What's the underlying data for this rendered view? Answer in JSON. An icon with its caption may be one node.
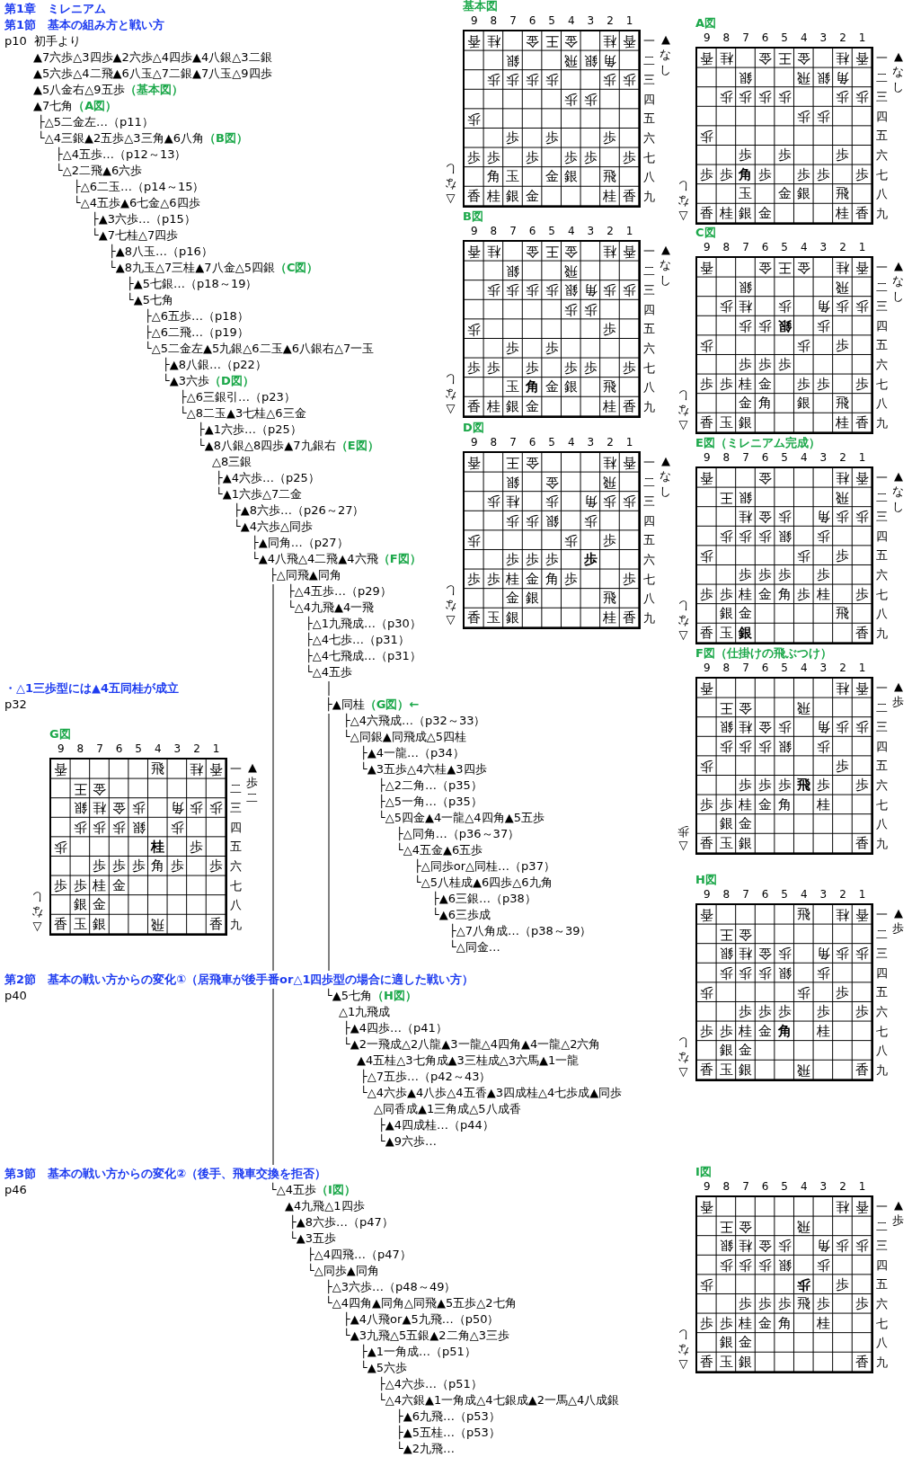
{
  "diagram": {
    "nodes": [
      {
        "text": [
          "基本図",
          "9 8 7 6 5 4 3 2 1",
          "一二三四五六七八九",
          "香",
          "桂",
          "金",
          "王",
          "金",
          "桂",
          "香",
          "銀",
          "飛",
          "銀",
          "角",
          "歩",
          "歩",
          "歩",
          "歩",
          "歩",
          "歩",
          "歩",
          "歩",
          "歩",
          "歩",
          "歩",
          "歩",
          "歩",
          "歩",
          "歩",
          "歩",
          "歩",
          "歩",
          "角",
          "玉",
          "金",
          "銀",
          "飛",
          "香",
          "桂",
          "銀",
          "金",
          "桂",
          "香",
          "▲なし",
          "△なし"
        ]
      },
      {
        "text": [
          "A図",
          "9 8 7 6 5 4 3 2 1",
          "一二三四五六七八九",
          "香",
          "桂",
          "金",
          "王",
          "金",
          "桂",
          "香",
          "銀",
          "飛",
          "銀",
          "角",
          "歩",
          "歩",
          "歩",
          "歩",
          "歩",
          "歩",
          "歩",
          "歩",
          "歩",
          "歩",
          "歩",
          "歩",
          "歩",
          "歩",
          "角",
          "歩",
          "歩",
          "歩",
          "歩",
          "玉",
          "金",
          "銀",
          "飛",
          "香",
          "桂",
          "銀",
          "金",
          "桂",
          "香",
          "▲なし",
          "△なし"
        ]
      },
      {
        "text": [
          "B図",
          "9 8 7 6 5 4 3 2 1",
          "一二三四五六七八九",
          "香",
          "桂",
          "金",
          "王",
          "金",
          "桂",
          "香",
          "銀",
          "飛",
          "歩",
          "歩",
          "歩",
          "歩",
          "銀",
          "角",
          "歩",
          "歩",
          "歩",
          "歩",
          "歩",
          "歩",
          "歩",
          "歩",
          "歩",
          "歩",
          "歩",
          "歩",
          "歩",
          "歩",
          "玉",
          "角",
          "金",
          "銀",
          "飛",
          "香",
          "桂",
          "銀",
          "金",
          "桂",
          "香",
          "▲なし",
          "△なし"
        ]
      },
      {
        "text": [
          "C図",
          "9 8 7 6 5 4 3 2 1",
          "一二三四五六七八九",
          "香",
          "金",
          "王",
          "金",
          "桂",
          "香",
          "銀",
          "飛",
          "歩",
          "桂",
          "歩",
          "角",
          "歩",
          "歩",
          "歩",
          "歩",
          "銀",
          "歩",
          "歩",
          "歩",
          "歩",
          "歩",
          "歩",
          "歩",
          "歩",
          "歩",
          "桂",
          "金",
          "歩",
          "歩",
          "歩",
          "金",
          "角",
          "銀",
          "飛",
          "香",
          "玉",
          "銀",
          "桂",
          "香",
          "▲なし",
          "△なし"
        ]
      },
      {
        "text": [
          "D図",
          "9 8 7 6 5 4 3 2 1",
          "一二三四五六七八九",
          "香",
          "王",
          "金",
          "桂",
          "香",
          "銀",
          "金",
          "飛",
          "歩",
          "桂",
          "歩",
          "角",
          "歩",
          "歩",
          "歩",
          "歩",
          "銀",
          "歩",
          "歩",
          "歩",
          "歩",
          "歩",
          "歩",
          "歩",
          "歩",
          "歩",
          "歩",
          "桂",
          "金",
          "角",
          "歩",
          "歩",
          "金",
          "銀",
          "飛",
          "香",
          "玉",
          "銀",
          "桂",
          "香",
          "▲なし",
          "△なし"
        ]
      },
      {
        "text": [
          "E図（ミレニアム完成）",
          "9 8 7 6 5 4 3 2 1",
          "一二三四五六七八九",
          "香",
          "金",
          "桂",
          "香",
          "王",
          "銀",
          "飛",
          "桂",
          "金",
          "歩",
          "角",
          "歩",
          "歩",
          "歩",
          "歩",
          "歩",
          "銀",
          "歩",
          "歩",
          "歩",
          "歩",
          "歩",
          "歩",
          "歩",
          "歩",
          "歩",
          "歩",
          "桂",
          "金",
          "角",
          "歩",
          "桂",
          "歩",
          "銀",
          "金",
          "飛",
          "香",
          "玉",
          "銀",
          "香",
          "▲なし",
          "△なし"
        ]
      },
      {
        "text": [
          "F図（仕掛けの飛ぶつけ）",
          "9 8 7 6 5 4 3 2 1",
          "一二三四五六七八九",
          "香",
          "桂",
          "香",
          "王",
          "金",
          "飛",
          "銀",
          "桂",
          "金",
          "歩",
          "角",
          "歩",
          "歩",
          "歩",
          "歩",
          "歩",
          "銀",
          "歩",
          "歩",
          "歩",
          "歩",
          "歩",
          "歩",
          "飛",
          "歩",
          "歩",
          "歩",
          "歩",
          "桂",
          "金",
          "角",
          "桂",
          "銀",
          "金",
          "香",
          "玉",
          "銀",
          "香",
          "▲歩",
          "△歩"
        ]
      },
      {
        "text": [
          "G図",
          "9 8 7 6 5 4 3 2 1",
          "一二三四五六七八九",
          "香",
          "飛",
          "桂",
          "香",
          "王",
          "金",
          "銀",
          "桂",
          "金",
          "歩",
          "角",
          "歩",
          "歩",
          "歩",
          "歩",
          "歩",
          "銀",
          "歩",
          "歩",
          "桂",
          "歩",
          "歩",
          "歩",
          "歩",
          "角",
          "歩",
          "歩",
          "歩",
          "歩",
          "桂",
          "金",
          "銀",
          "金",
          "香",
          "玉",
          "銀",
          "飛",
          "香",
          "▲歩二",
          "△なし"
        ]
      },
      {
        "text": [
          "H図",
          "9 8 7 6 5 4 3 2 1",
          "一二三四五六七八九",
          "香",
          "飛",
          "桂",
          "香",
          "王",
          "金",
          "銀",
          "桂",
          "金",
          "歩",
          "角",
          "歩",
          "歩",
          "歩",
          "歩",
          "歩",
          "銀",
          "歩",
          "歩",
          "歩",
          "歩",
          "歩",
          "歩",
          "歩",
          "歩",
          "歩",
          "歩",
          "歩",
          "桂",
          "金",
          "角",
          "桂",
          "銀",
          "金",
          "香",
          "玉",
          "銀",
          "飛",
          "香",
          "▲歩",
          "△なし"
        ]
      },
      {
        "text": [
          "I図",
          "9 8 7 6 5 4 3 2 1",
          "一二三四五六七八九",
          "香",
          "桂",
          "香",
          "王",
          "金",
          "飛",
          "銀",
          "桂",
          "金",
          "歩",
          "角",
          "歩",
          "歩",
          "歩",
          "歩",
          "歩",
          "銀",
          "歩",
          "歩",
          "歩",
          "歩",
          "歩",
          "歩",
          "歩",
          "飛",
          "歩",
          "歩",
          "歩",
          "歩",
          "桂",
          "金",
          "角",
          "桂",
          "銀",
          "金",
          "香",
          "玉",
          "銀",
          "香",
          "▲歩",
          "△なし"
        ]
      }
    ],
    "labels": [
      "第1章　ミレニアム",
      "第1節　基本の組み方と戦い方",
      "p10",
      "初手より",
      "▲7六歩△3四歩▲2六歩△4四歩▲4八銀△3二銀",
      "▲5六歩△4二飛▲6八玉△7二銀▲7八玉△9四歩",
      "▲5八金右△9五歩",
      "（基本図）",
      "▲7七角",
      "（A図）",
      "├△5二金左…（p11）",
      "└△4三銀▲2五歩△3三角▲6八角",
      "（B図）",
      "├△4五歩…（p12～13）",
      "└△2二飛▲6六歩",
      "├△6二玉…（p14～15）",
      "└△4五歩▲6七金△6四歩",
      "├▲3六歩…（p15）",
      "└▲7七桂△7四歩",
      "├▲8八玉…（p16）",
      "└▲8九玉△7三桂▲7八金△5四銀",
      "（C図）",
      "├▲5七銀…（p18～19）",
      "└▲5七角",
      "├△6五歩…（p18）",
      "├△6二飛…（p19）",
      "└△5二金左▲5九銀△6二玉▲6八銀右△7一玉",
      "├▲8八銀…（p22）",
      "└▲3六歩",
      "（D図）",
      "├△6三銀引…（p23）",
      "└△8二玉▲3七桂△6三金",
      "├▲1六歩…（p25）",
      "└▲8八銀△8四歩▲7九銀右",
      "（E図）",
      "△8三銀",
      "├▲4六歩…（p25）",
      "└▲1六歩△7二金",
      "├▲8六歩…（p26～27）",
      "└▲4六歩△同歩",
      "├▲同角…（p27）",
      "└▲4八飛△4二飛▲4六飛",
      "（F図）",
      "├△同飛▲同角",
      "├△4五歩…（p29）",
      "└△4九飛▲4一飛",
      "├△1九飛成…（p30）",
      "├△4七歩…（p31）",
      "├△4七飛成…（p31）",
      "└△4五歩",
      "・△1三歩型には▲4五同桂が成立",
      "p32",
      "├▲同桂",
      "（G図）←",
      "├△4六飛成…（p32～33）",
      "└△同銀▲同飛成△5四桂",
      "├▲4一龍…（p34）",
      "└▲3五歩△4六桂▲3四歩",
      "├△2二角…（p35）",
      "├△5一角…（p35）",
      "└△5四金▲4一龍△4四角▲5五歩",
      "├△同角…（p36～37）",
      "└△4五金▲6五歩",
      "├△同歩or△同桂…（p37）",
      "└△5八桂成▲6四歩△6九角",
      "├▲6三銀…（p38）",
      "└▲6三歩成",
      "├△7八角成…（p38～39）",
      "└△同金…",
      "第2節　基本の戦い方からの変化①（居飛車が後手番or△1四歩型の場合に適した戦い方）",
      "p40",
      "└▲5七角",
      "（H図）",
      "△1九飛成",
      "├▲4四歩…（p41）",
      "└▲2一飛成△2八龍▲3一龍△4四角▲4一龍△2六角",
      "▲4五桂△3七角成▲3三桂成△3六馬▲1一龍",
      "├△7五歩…（p42～43）",
      "└△4六歩▲4八歩△4五香▲3四成桂△4七歩成▲同歩",
      "△同香成▲1三角成△5八成香",
      "├▲4四成桂…（p44）",
      "└▲9六歩…",
      "第3節　基本の戦い方からの変化②（後手、飛車交換を拒否）",
      "p46",
      "└△4五歩",
      "（I図）",
      "▲4九飛△1四歩",
      "├▲8六歩…（p47）",
      "└▲3五歩",
      "├△4四飛…（p47）",
      "└△同歩▲同角",
      "├△3六歩…（p48～49）",
      "└△4四角▲同角△同飛▲5五歩△2七角",
      "├▲4八飛or▲5九飛…（p50）",
      "└▲3九飛△5五銀▲2二角△3三歩",
      "├▲1一角成…（p51）",
      "└▲5六歩",
      "├△4六歩…（p51）",
      "└△4六銀▲1一角成△4七銀成▲2一馬△4八成銀",
      "├▲6九飛…（p53）",
      "├▲5五桂…（p53）",
      "└▲2九飛…"
    ]
  }
}
